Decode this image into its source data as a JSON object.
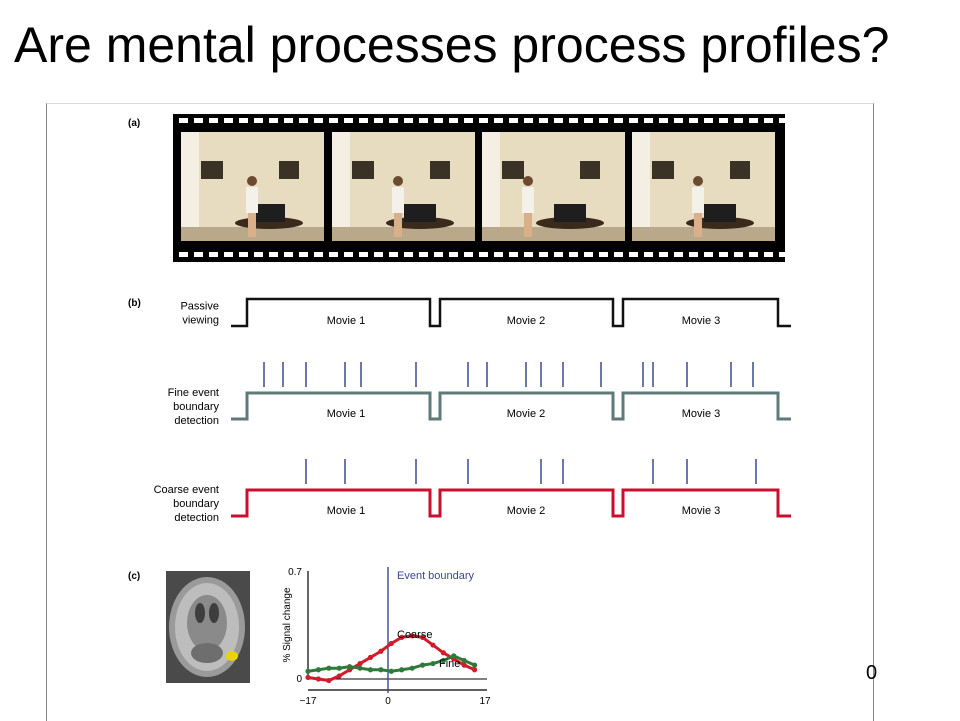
{
  "slide": {
    "title": "Are mental processes process profiles?",
    "page_number": "0"
  },
  "figure": {
    "panel_a_label": "(a)",
    "panel_b_label": "(b)",
    "panel_c_label": "(c)",
    "rows": [
      {
        "label_lines": [
          "Passive",
          "viewing"
        ],
        "color": "#111111",
        "movies": [
          "Movie 1",
          "Movie 2",
          "Movie 3"
        ],
        "boundary_ticks": []
      },
      {
        "label_lines": [
          "Fine event",
          "boundary",
          "detection"
        ],
        "color": "#5f7a78",
        "movies": [
          "Movie 1",
          "Movie 2",
          "Movie 3"
        ],
        "tick_color": "#3a4a8c",
        "boundary_ticks": [
          263,
          282,
          305,
          344,
          360,
          415,
          467,
          486,
          525,
          540,
          562,
          600,
          642,
          652,
          686,
          730,
          752
        ]
      },
      {
        "label_lines": [
          "Coarse event",
          "boundary",
          "detection"
        ],
        "color": "#c8102e",
        "movies": [
          "Movie 1",
          "Movie 2",
          "Movie 3"
        ],
        "tick_color": "#3a4a8c",
        "boundary_ticks": [
          305,
          344,
          415,
          467,
          540,
          562,
          652,
          686,
          755
        ]
      }
    ],
    "chart_data": {
      "type": "line",
      "xlabel": "",
      "ylabel": "% Signal change",
      "xlim": [
        -17,
        17
      ],
      "ylim": [
        0,
        0.7
      ],
      "x_ticks": [
        "−17",
        "0",
        "17"
      ],
      "y_ticks": [
        "0",
        "0.7"
      ],
      "annotations": [
        "Event boundary"
      ],
      "x": [
        -17,
        -15,
        -13,
        -11,
        -9,
        -7,
        -5,
        -3,
        -1,
        1,
        3,
        5,
        7,
        9,
        11,
        13,
        15
      ],
      "series": [
        {
          "name": "Coarse",
          "color": "#d01c2b",
          "values": [
            0.01,
            0.0,
            -0.01,
            0.02,
            0.06,
            0.1,
            0.14,
            0.18,
            0.23,
            0.27,
            0.28,
            0.27,
            0.22,
            0.17,
            0.13,
            0.09,
            0.06
          ]
        },
        {
          "name": "Fine",
          "color": "#2f7a3a",
          "values": [
            0.05,
            0.06,
            0.07,
            0.07,
            0.08,
            0.07,
            0.06,
            0.06,
            0.05,
            0.06,
            0.07,
            0.09,
            0.1,
            0.12,
            0.15,
            0.12,
            0.09
          ]
        }
      ],
      "event_boundary_x": 0
    }
  }
}
